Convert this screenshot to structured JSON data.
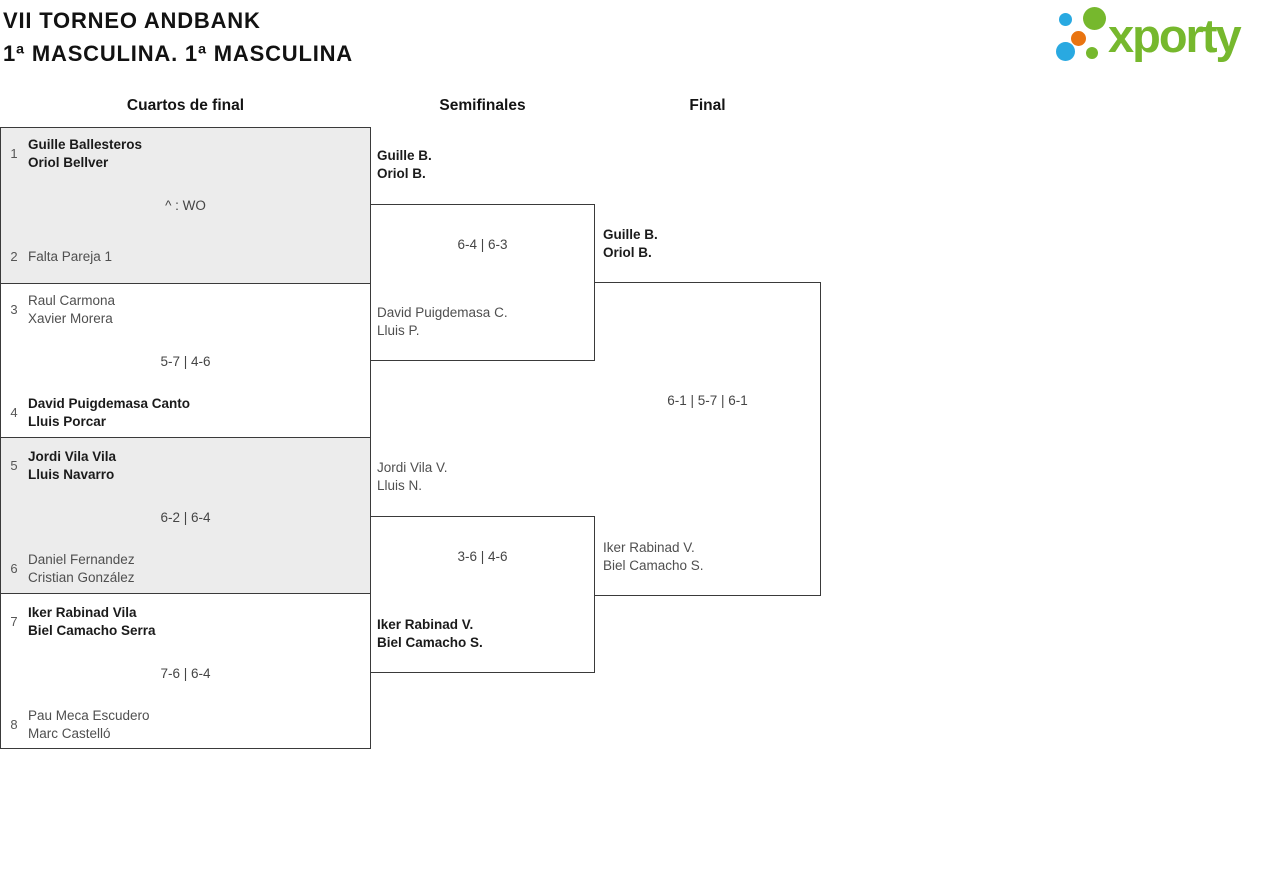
{
  "page": {
    "title_line1": "VII TORNEO ANDBANK",
    "title_line2": "1ª MASCULINA. 1ª MASCULINA"
  },
  "logo": {
    "wordmark": "xporty",
    "dot_icons": [
      "blue-dot-small",
      "green-dot-large",
      "orange-dot",
      "blue-dot-large",
      "green-dot-small"
    ]
  },
  "rounds": {
    "quarterfinals_label": "Cuartos de final",
    "semifinals_label": "Semifinales",
    "final_label": "Final"
  },
  "bracket": {
    "quarterfinals": [
      {
        "seed_top": "1",
        "team_top_line1": "Guille Ballesteros",
        "team_top_line2": "Oriol Bellver",
        "score": "^ : WO",
        "seed_bottom": "2",
        "team_bottom_line1": "Falta Pareja 1",
        "winner": "top"
      },
      {
        "seed_top": "3",
        "team_top_line1": "Raul Carmona",
        "team_top_line2": "Xavier Morera",
        "score": "5-7 | 4-6",
        "seed_bottom": "4",
        "team_bottom_line1": "David Puigdemasa Canto",
        "team_bottom_line2": "Lluis Porcar",
        "winner": "bottom"
      },
      {
        "seed_top": "5",
        "team_top_line1": "Jordi Vila Vila",
        "team_top_line2": "Lluis Navarro",
        "score": "6-2 | 6-4",
        "seed_bottom": "6",
        "team_bottom_line1": "Daniel Fernandez",
        "team_bottom_line2": "Cristian González",
        "winner": "top"
      },
      {
        "seed_top": "7",
        "team_top_line1": "Iker Rabinad Vila",
        "team_top_line2": "Biel Camacho Serra",
        "score": "7-6 | 6-4",
        "seed_bottom": "8",
        "team_bottom_line1": "Pau Meca Escudero",
        "team_bottom_line2": "Marc Castelló",
        "winner": "top"
      }
    ],
    "semifinals": [
      {
        "team_top_line1": "Guille B.",
        "team_top_line2": "Oriol B.",
        "score": "6-4 | 6-3",
        "team_bottom_line1": "David Puigdemasa C.",
        "team_bottom_line2": "Lluis P.",
        "winner": "top"
      },
      {
        "team_top_line1": "Jordi Vila V.",
        "team_top_line2": "Lluis N.",
        "score": "3-6 | 4-6",
        "team_bottom_line1": "Iker Rabinad V.",
        "team_bottom_line2": "Biel Camacho S.",
        "winner": "bottom"
      }
    ],
    "final": {
      "team_top_line1": "Guille B.",
      "team_top_line2": "Oriol B.",
      "score": "6-1 | 5-7 | 6-1",
      "team_bottom_line1": "Iker Rabinad V.",
      "team_bottom_line2": "Biel Camacho S.",
      "winner": "top"
    }
  },
  "colors": {
    "logo_green": "#76b82d",
    "logo_blue": "#29a9e1",
    "logo_orange": "#e97410",
    "box_border": "#3a3a3a",
    "box_shaded_bg": "#ececec",
    "winner_text": "#1b1b1b",
    "loser_text": "#4f4f4f",
    "score_text": "#454545"
  }
}
